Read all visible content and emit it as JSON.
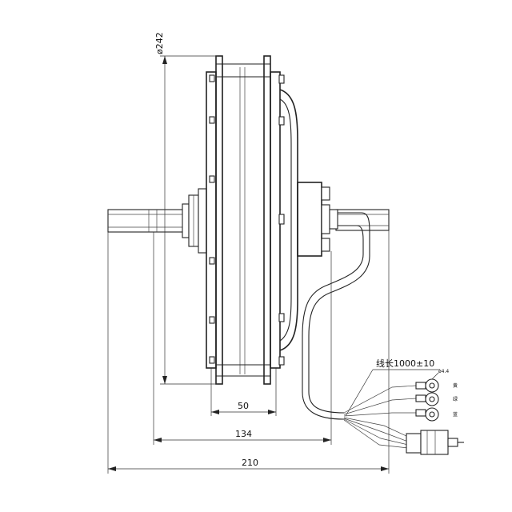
{
  "dimensions": {
    "diameter": "ø242",
    "hub_width": "50",
    "dropout_width": "134",
    "axle_length": "210"
  },
  "cable": {
    "length_label": "线长1000±10",
    "terminal_size": "ø4.4",
    "wire_colors": [
      "黄",
      "绿",
      "蓝"
    ]
  }
}
